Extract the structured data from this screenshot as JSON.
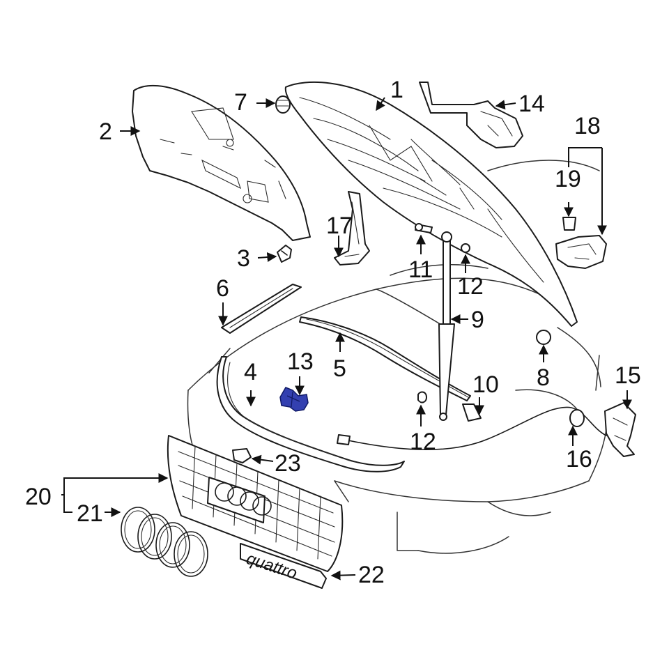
{
  "diagram": {
    "callouts": [
      {
        "id": "1",
        "label": "1"
      },
      {
        "id": "2",
        "label": "2"
      },
      {
        "id": "3",
        "label": "3"
      },
      {
        "id": "4",
        "label": "4"
      },
      {
        "id": "5",
        "label": "5"
      },
      {
        "id": "6",
        "label": "6"
      },
      {
        "id": "7",
        "label": "7"
      },
      {
        "id": "8",
        "label": "8"
      },
      {
        "id": "9",
        "label": "9"
      },
      {
        "id": "10",
        "label": "10"
      },
      {
        "id": "11",
        "label": "11"
      },
      {
        "id": "12a",
        "label": "12"
      },
      {
        "id": "12b",
        "label": "12"
      },
      {
        "id": "13",
        "label": "13"
      },
      {
        "id": "14",
        "label": "14"
      },
      {
        "id": "15",
        "label": "15"
      },
      {
        "id": "16",
        "label": "16"
      },
      {
        "id": "17",
        "label": "17"
      },
      {
        "id": "18",
        "label": "18"
      },
      {
        "id": "19",
        "label": "19"
      },
      {
        "id": "20",
        "label": "20"
      },
      {
        "id": "21",
        "label": "21"
      },
      {
        "id": "22",
        "label": "22"
      },
      {
        "id": "23",
        "label": "23"
      }
    ],
    "emblem_text": "quattro",
    "highlighted_part": "13",
    "colors": {
      "line": "#1a1a1a",
      "highlight": "#3340b0",
      "background": "#ffffff"
    }
  }
}
